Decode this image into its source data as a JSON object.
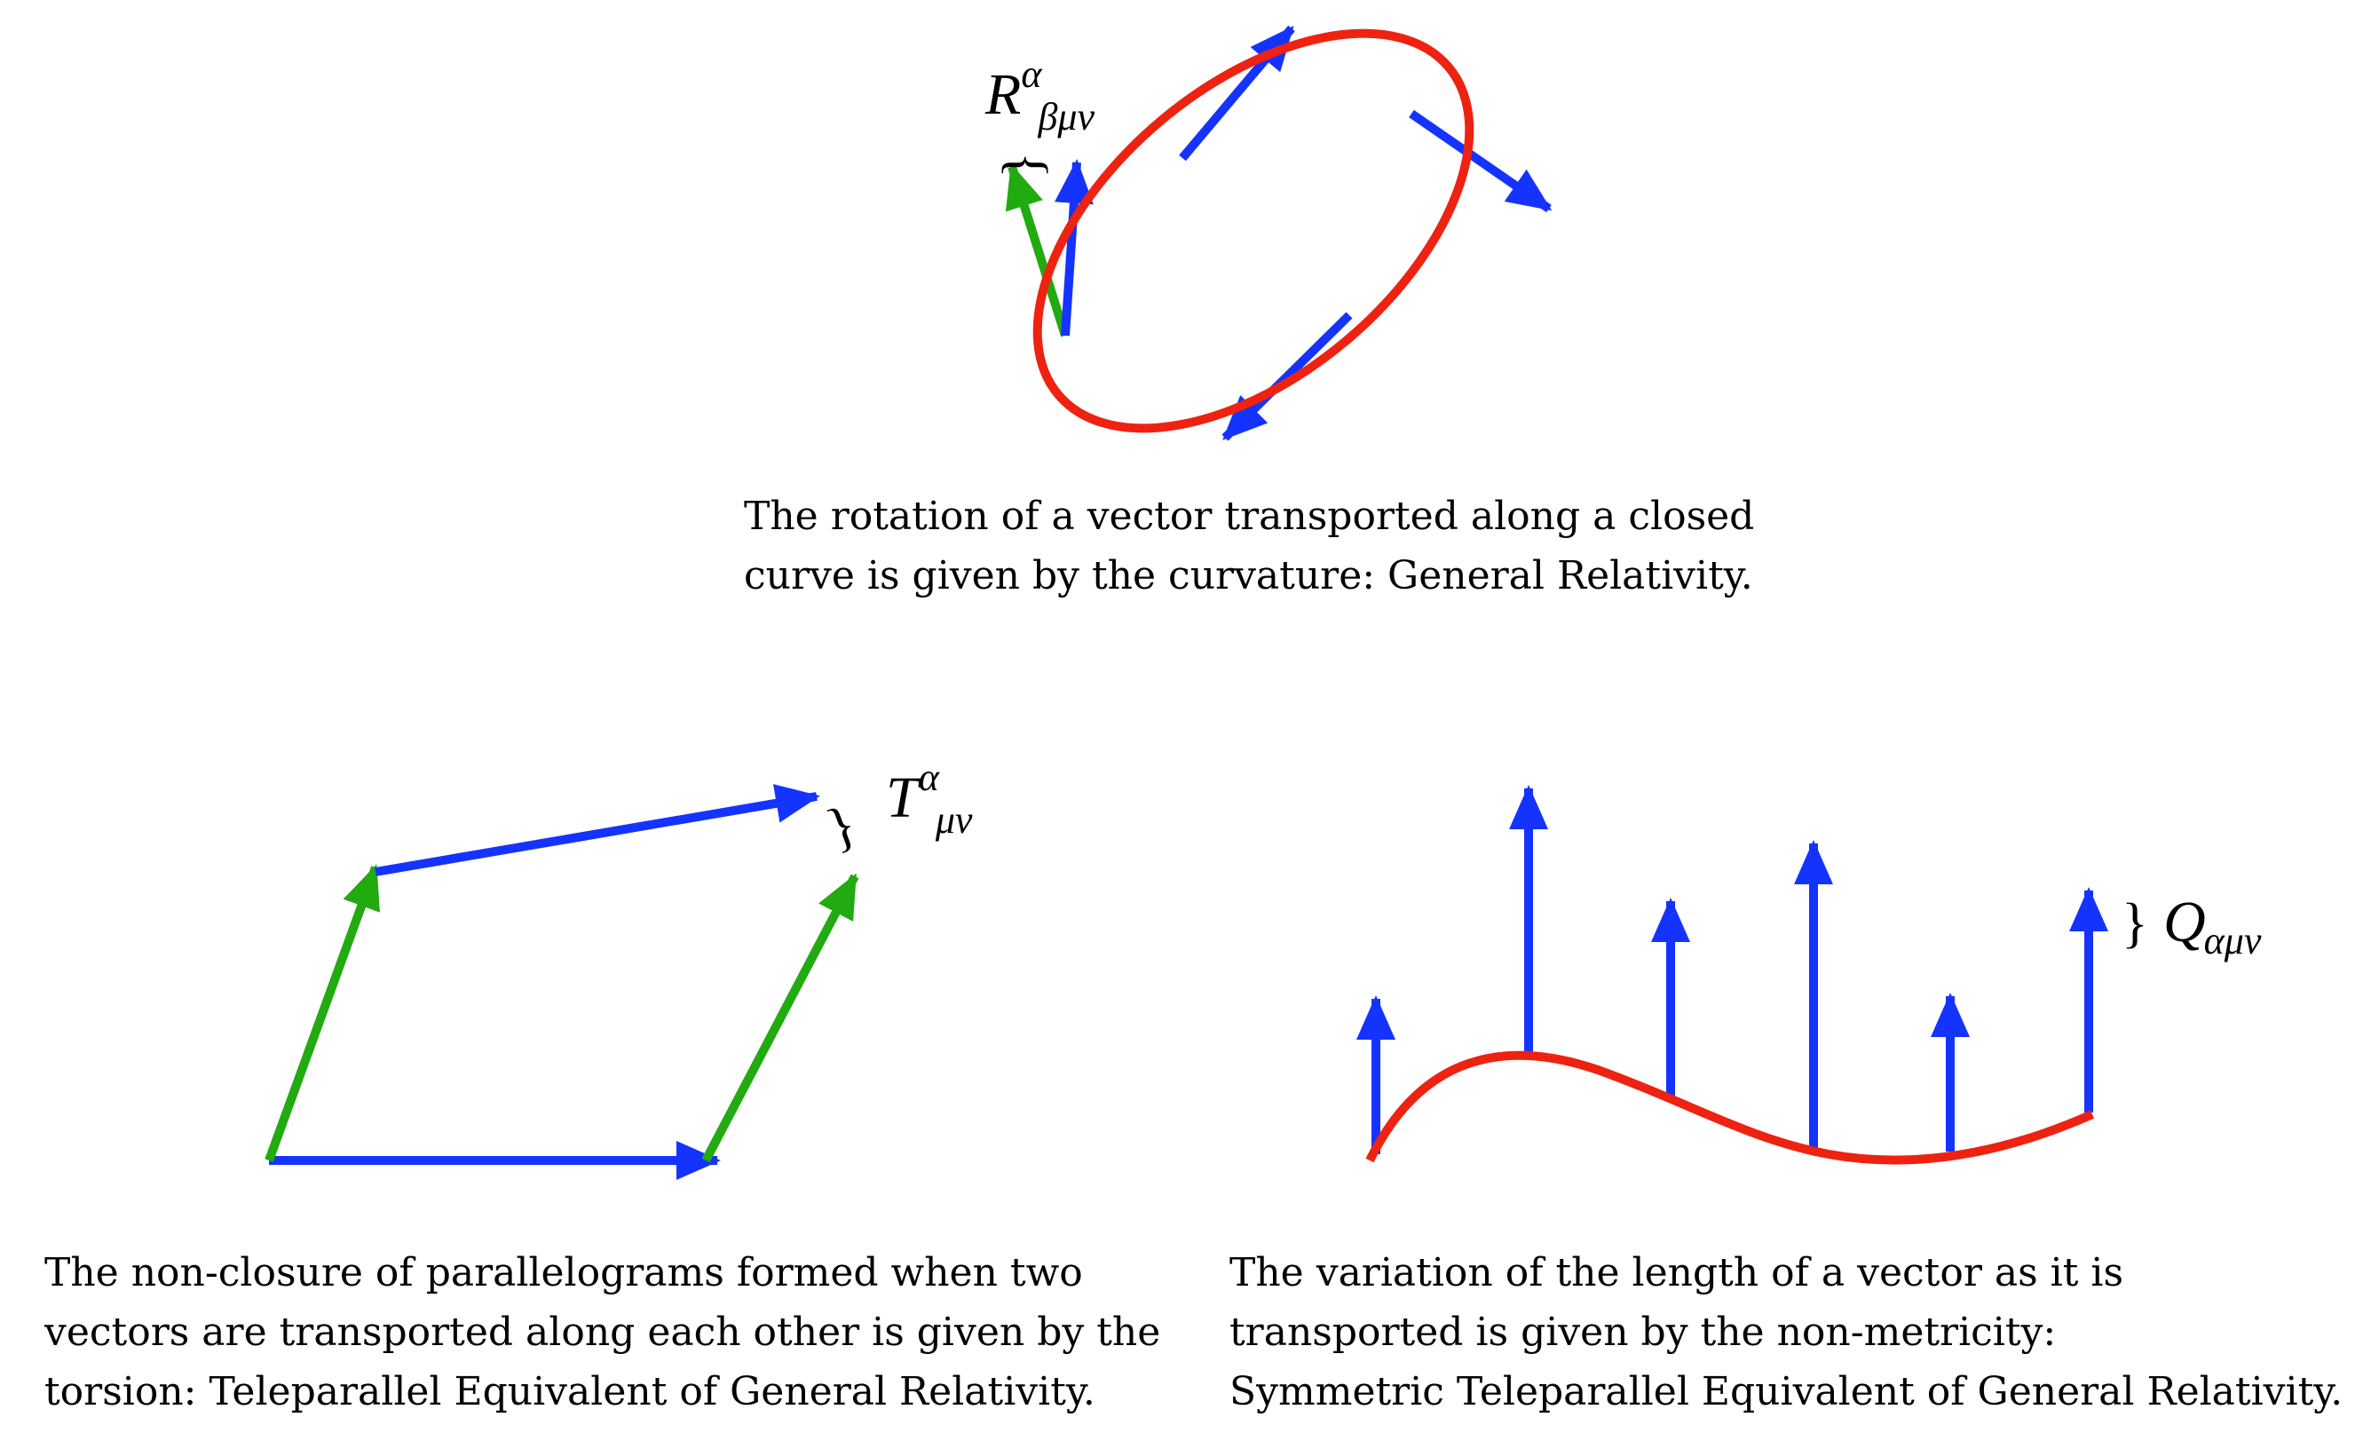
{
  "colors": {
    "vector": "#1533ff",
    "transported": "#22aa11",
    "curve": "#ee2211"
  },
  "curvature": {
    "symbol": "R",
    "superscript": "α",
    "subscript": "βμν",
    "caption": [
      "The rotation of a vector transported along a closed",
      "curve is given by the curvature: General Relativity."
    ]
  },
  "torsion": {
    "symbol": "T",
    "superscript": "α",
    "subscript": "μν",
    "caption": [
      "The non-closure of parallelograms formed when two",
      "vectors are transported along each other is given by the",
      "torsion: Teleparallel Equivalent of General Relativity."
    ]
  },
  "nonmetricity": {
    "symbol": "Q",
    "subscript": "αμν",
    "caption": [
      "The variation of the length of a vector as it is",
      "transported is given by the non-metricity:",
      "Symmetric Teleparallel Equivalent of General Relativity."
    ]
  }
}
